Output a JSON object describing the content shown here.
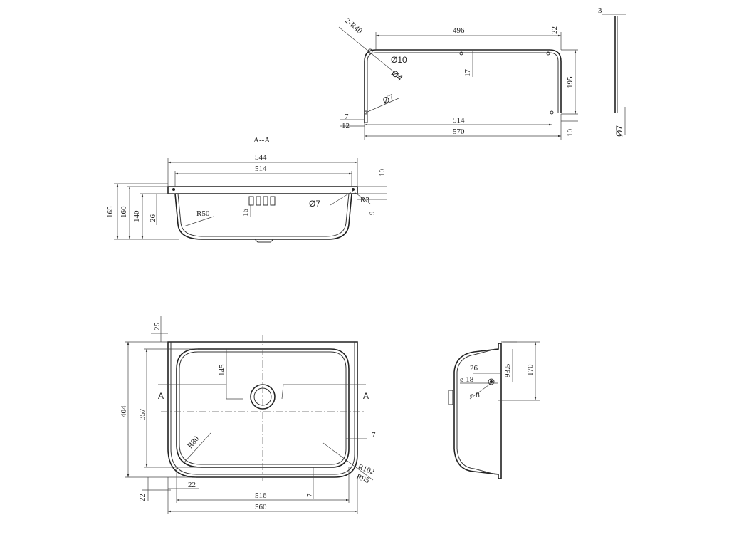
{
  "top_view_flange": {
    "d_496": "496",
    "d_22": "22",
    "d_2r40": "2-R40",
    "d_phi10": "Ø10",
    "d_phi4": "Ø4",
    "d_17": "17",
    "d_195": "195",
    "d_phi7": "Ø7",
    "d_7": "7",
    "d_12": "12",
    "d_514": "514",
    "d_570": "570",
    "d_10": "10"
  },
  "thin_side_view": {
    "d_3": "3",
    "d_phi7": "Ø7"
  },
  "section_aa": {
    "title": "A--A",
    "d_544": "544",
    "d_514": "514",
    "d_10": "10",
    "d_165": "165",
    "d_160": "160",
    "d_140": "140",
    "d_26": "26",
    "d_16": "16",
    "d_r50": "R50",
    "d_phi7": "Ø7",
    "d_r3": "R3",
    "d_9": "9"
  },
  "plan_view": {
    "d_25": "25",
    "d_404": "404",
    "d_357": "357",
    "d_145": "145",
    "label_a_left": "A",
    "label_a_right": "A",
    "d_r80": "R80",
    "d_7_right": "7",
    "d_r102": "R102",
    "d_r95": "R95",
    "d_22_left": "22",
    "d_22_bottom": "22",
    "d_7_bottom": "7",
    "d_516": "516",
    "d_560": "560"
  },
  "side_view": {
    "d_26": "26",
    "d_phi18": "ø 18",
    "d_935": "93.5",
    "d_phi8": "ø 8",
    "d_170": "170"
  }
}
